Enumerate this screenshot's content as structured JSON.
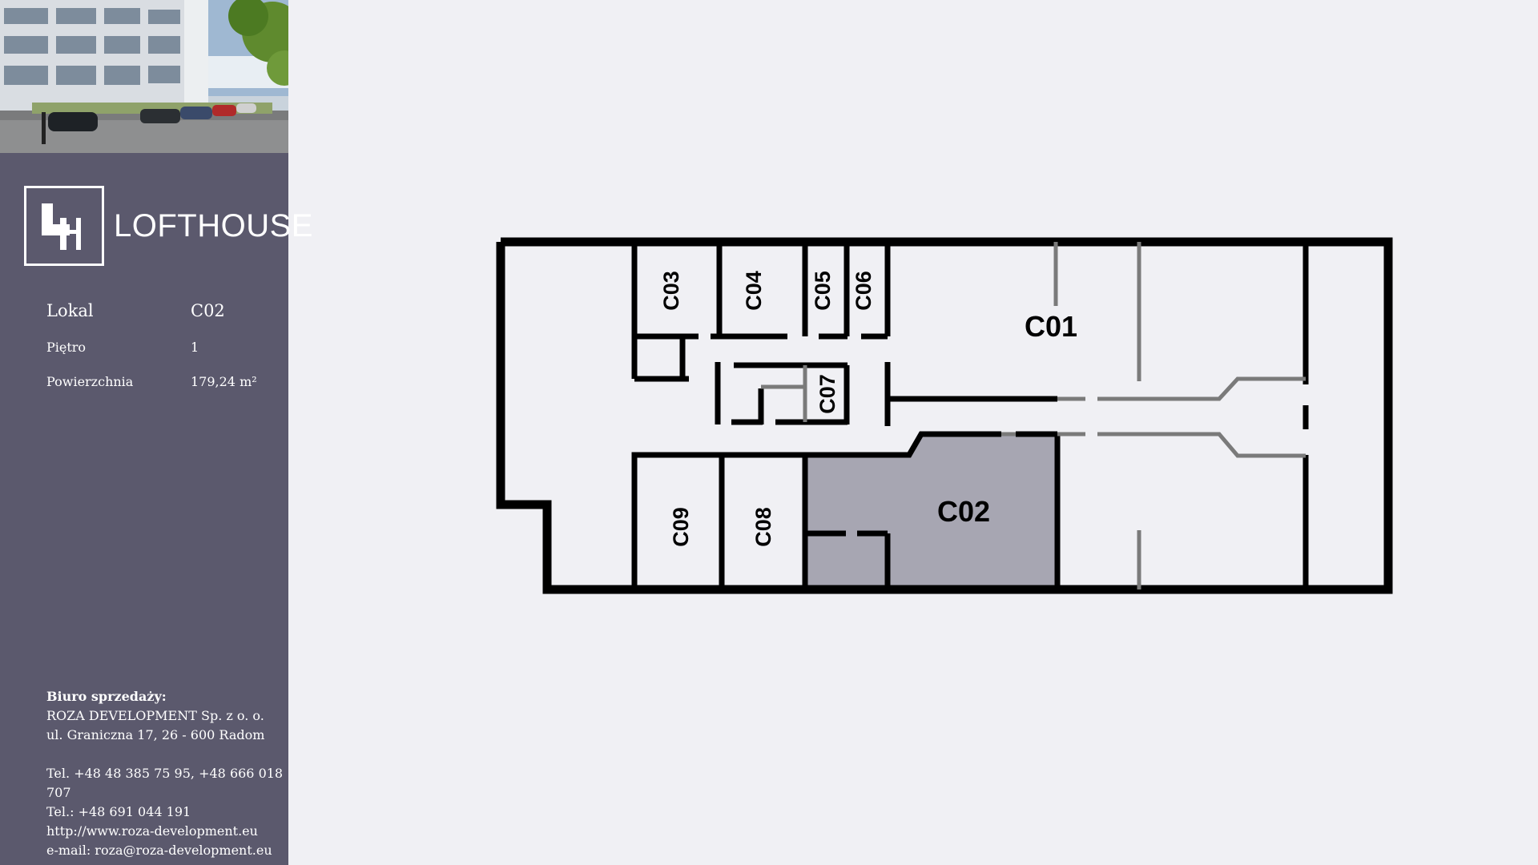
{
  "brand": {
    "name": "LOFTHOUSE"
  },
  "unit": {
    "lokal_label": "Lokal",
    "lokal_value": "C02",
    "floor_label": "Piętro",
    "floor_value": "1",
    "area_label": "Powierzchnia",
    "area_value": "179,24 m²"
  },
  "contact": {
    "heading": "Biuro sprzedaży:",
    "company": "ROZA DEVELOPMENT Sp. z o. o.",
    "address": "ul. Graniczna 17, 26 - 600 Radom",
    "phone1": "Tel. +48 48 385 75 95, +48 666 018 707",
    "phone2": "Tel.: +48 691 044 191",
    "website": "http://www.roza-development.eu",
    "email": "e-mail: roza@roza-development.eu"
  },
  "floorplan": {
    "rooms": {
      "c01": "C01",
      "c02": "C02",
      "c03": "C03",
      "c04": "C04",
      "c05": "C05",
      "c06": "C06",
      "c07": "C07",
      "c08": "C08",
      "c09": "C09"
    },
    "highlight_color": "#a7a6b2",
    "wall_color": "#000000",
    "partition_color": "#7a7a7a"
  },
  "colors": {
    "sidebar": "#5b596d",
    "background": "#f0f0f4"
  }
}
